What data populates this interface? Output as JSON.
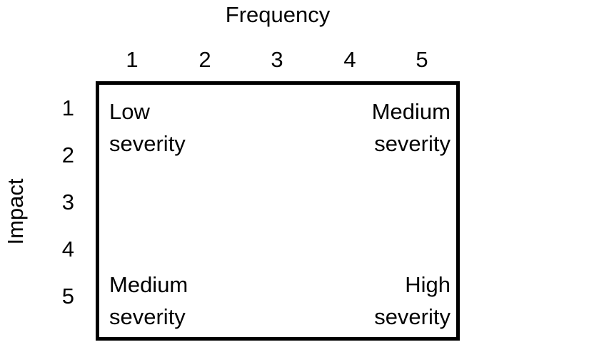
{
  "chart_data": {
    "type": "table",
    "title": "",
    "xlabel": "Frequency",
    "ylabel": "Impact",
    "x_ticks": [
      "1",
      "2",
      "3",
      "4",
      "5"
    ],
    "y_ticks": [
      "1",
      "2",
      "3",
      "4",
      "5"
    ],
    "xlim": [
      1,
      5
    ],
    "ylim": [
      1,
      5
    ],
    "grid": false,
    "legend": "none",
    "border_color": "#000000",
    "background_color": "#ffffff",
    "text_color": "#000000",
    "cells": [
      {
        "position": "top-left",
        "frequency": "low",
        "impact": "low",
        "align": "left",
        "lines": [
          "Low",
          "severity"
        ],
        "label": "Low severity"
      },
      {
        "position": "top-right",
        "frequency": "high",
        "impact": "low",
        "align": "right",
        "lines": [
          "Medium",
          "severity"
        ],
        "label": "Medium severity"
      },
      {
        "position": "bottom-left",
        "frequency": "low",
        "impact": "high",
        "align": "left",
        "lines": [
          "Medium",
          "severity"
        ],
        "label": "Medium severity"
      },
      {
        "position": "bottom-right",
        "frequency": "high",
        "impact": "high",
        "align": "right",
        "lines": [
          "High",
          "severity"
        ],
        "label": "High severity"
      }
    ]
  }
}
